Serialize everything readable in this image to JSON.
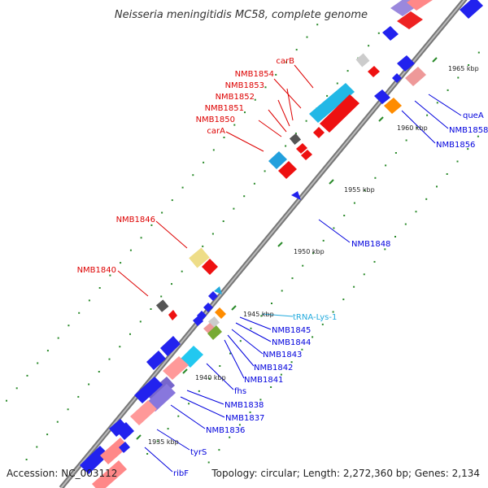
{
  "title": "Neisseria meningitidis MC58, complete genome",
  "footer": {
    "accession": "Accession: NC_003112",
    "summary": "Topology: circular; Length: 2,272,360 bp; Genes: 2,134"
  },
  "colors": {
    "forward_label": "#dd0000",
    "reverse_label": "#0000dd",
    "trna_label": "#22aadd",
    "ticks": "#2a8a2a",
    "backbone": "#888888"
  },
  "ticks": [
    "1935 kbp",
    "1940 kbp",
    "1945 kbp",
    "1950 kbp",
    "1955 kbp",
    "1960 kbp",
    "1965 kbp"
  ],
  "labels_forward": [
    "carB",
    "NMB1854",
    "NMB1853",
    "NMB1852",
    "NMB1851",
    "NMB1850",
    "carA",
    "NMB1846",
    "NMB1840"
  ],
  "labels_reverse": [
    "queA",
    "NMB1858",
    "NMB1856",
    "NMB1848",
    "tRNA-Lys-1",
    "NMB1845",
    "NMB1844",
    "NMB1843",
    "NMB1842",
    "NMB1841",
    "fhs",
    "NMB1838",
    "NMB1837",
    "NMB1836",
    "tyrS",
    "ribF"
  ]
}
